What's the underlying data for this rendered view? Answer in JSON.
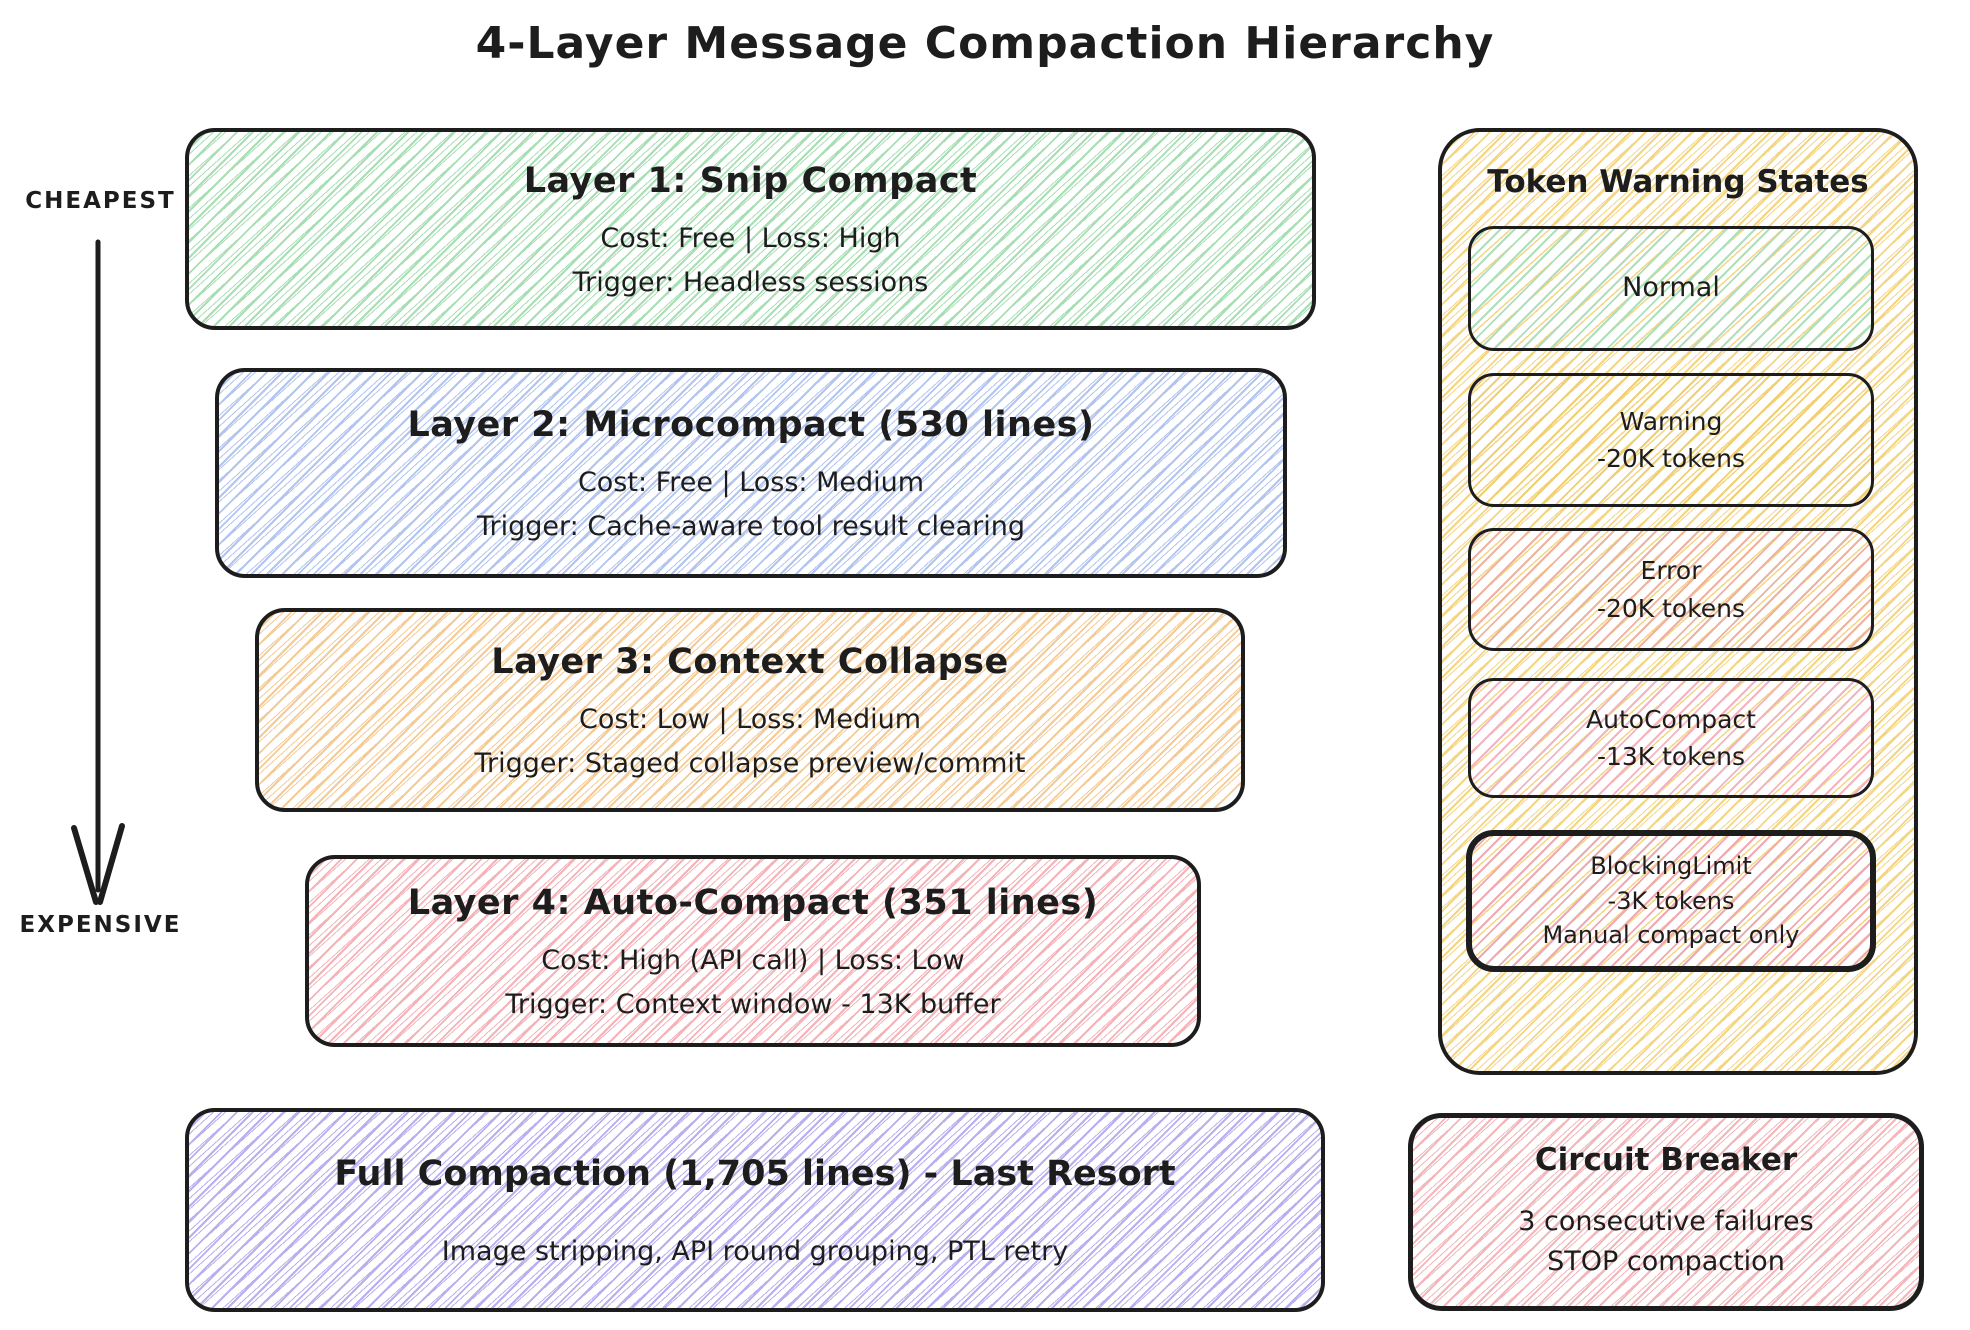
{
  "title": "4-Layer Message Compaction Hierarchy",
  "cost_axis": {
    "top": "CHEAPEST",
    "bottom": "EXPENSIVE"
  },
  "ink_color": "#1d1d1d",
  "layers": [
    {
      "title": "Layer 1: Snip Compact",
      "cost": "Cost: Free | Loss: High",
      "trigger": "Trigger: Headless sessions",
      "color": "#a8deb4"
    },
    {
      "title": "Layer 2: Microcompact (530 lines)",
      "cost": "Cost: Free | Loss: Medium",
      "trigger": "Trigger: Cache-aware tool result clearing",
      "color": "#b3c5ef"
    },
    {
      "title": "Layer 3: Context Collapse",
      "cost": "Cost: Low | Loss: Medium",
      "trigger": "Trigger: Staged collapse preview/commit",
      "color": "#f4cb96"
    },
    {
      "title": "Layer 4: Auto-Compact (351 lines)",
      "cost": "Cost: High (API call) | Loss: Low",
      "trigger": "Trigger: Context window - 13K buffer",
      "color": "#f3b3b8"
    }
  ],
  "full_compaction": {
    "title": "Full Compaction (1,705 lines) - Last Resort",
    "subtitle": "Image stripping, API round grouping, PTL retry",
    "color": "#b9aeee"
  },
  "token_panel": {
    "title": "Token Warning States",
    "color": "#f4d584",
    "states": [
      {
        "name": "Normal",
        "color": "#aedfbb"
      },
      {
        "name": "Warning",
        "tokens": "-20K tokens",
        "color": "#f0cf72"
      },
      {
        "name": "Error",
        "tokens": "-20K tokens",
        "color": "#eeb39f"
      },
      {
        "name": "AutoCompact",
        "tokens": "-13K tokens",
        "color": "#f2b4c0"
      },
      {
        "name": "BlockingLimit",
        "tokens": "-3K tokens",
        "note": "Manual compact only",
        "color": "#efa9b0"
      }
    ]
  },
  "circuit_breaker": {
    "title": "Circuit Breaker",
    "line1": "3 consecutive failures",
    "line2": "STOP compaction",
    "color": "#f2b6bb"
  }
}
